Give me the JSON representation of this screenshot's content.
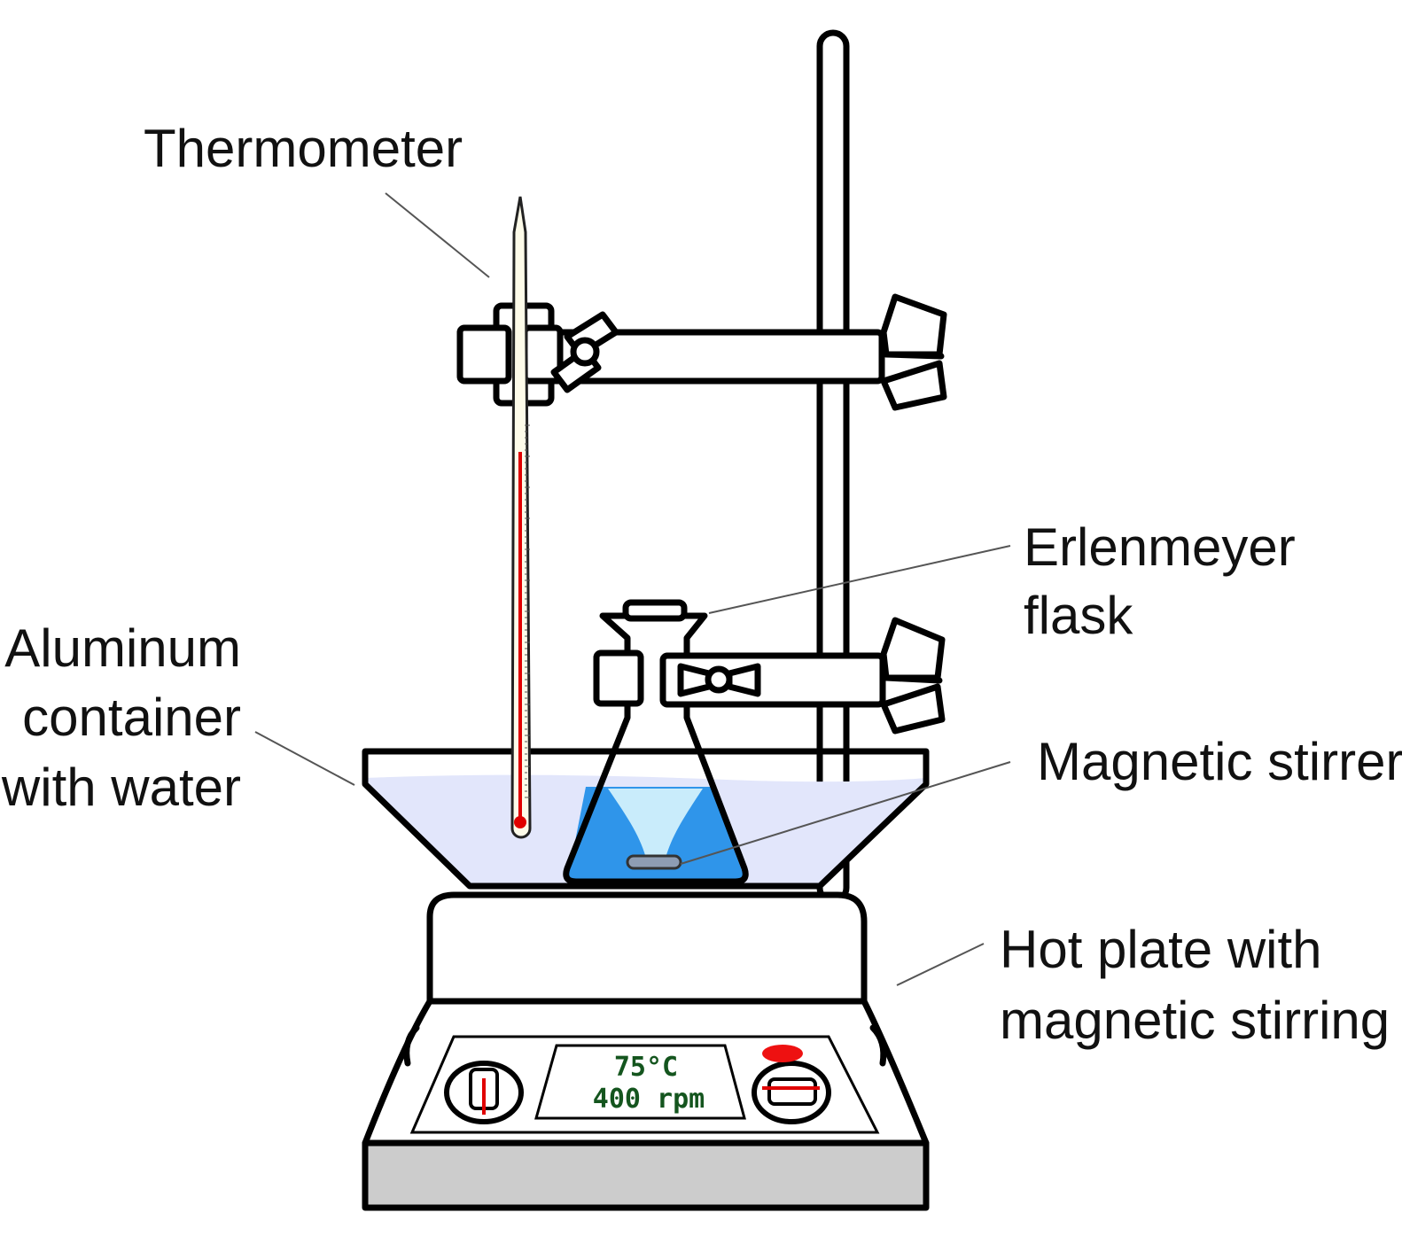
{
  "labels": {
    "thermometer": "Thermometer",
    "flask_line1": "Erlenmeyer",
    "flask_line2": "flask",
    "container_line1": "Aluminum",
    "container_line2": "container",
    "container_line3": "with water",
    "stirrer": "Magnetic stirrer",
    "hotplate_line1": "Hot plate with",
    "hotplate_line2": "magnetic stirring"
  },
  "display": {
    "temperature": "75°C",
    "speed": "400 rpm"
  },
  "colors": {
    "water": "#e2e6fb",
    "flask_liquid": "#2f95ea",
    "vortex": "#c9ecfb",
    "mercury": "#e00000",
    "indicator_light": "#ee1111",
    "display_text": "#14551e",
    "hotplate_base": "#cccccc"
  }
}
